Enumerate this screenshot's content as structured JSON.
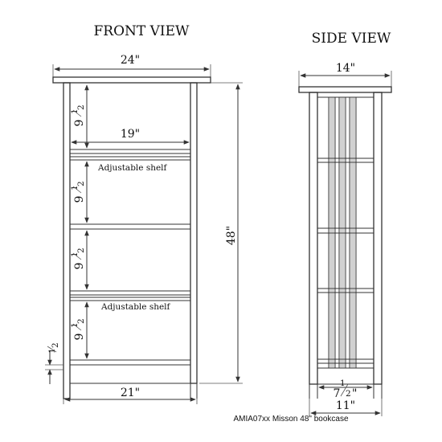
{
  "front_view": {
    "title": "FRONT VIEW",
    "width_top": "24\"",
    "inner_width": "19\"",
    "bottom_width": "21\"",
    "height": "48\"",
    "shelf_label_1": "Adjustable shelf",
    "shelf_label_2": "Adjustable shelf",
    "gap_whole": "9",
    "gap_num": "1",
    "gap_den": "2",
    "base_num": "1",
    "base_den": "2"
  },
  "side_view": {
    "title": "SIDE VIEW",
    "depth_top": "14\"",
    "slat_whole": "7",
    "slat_num": "1",
    "slat_den": "2",
    "depth_bottom": "11\""
  },
  "caption": "AMIA07xx Misson 48\" bookcase"
}
